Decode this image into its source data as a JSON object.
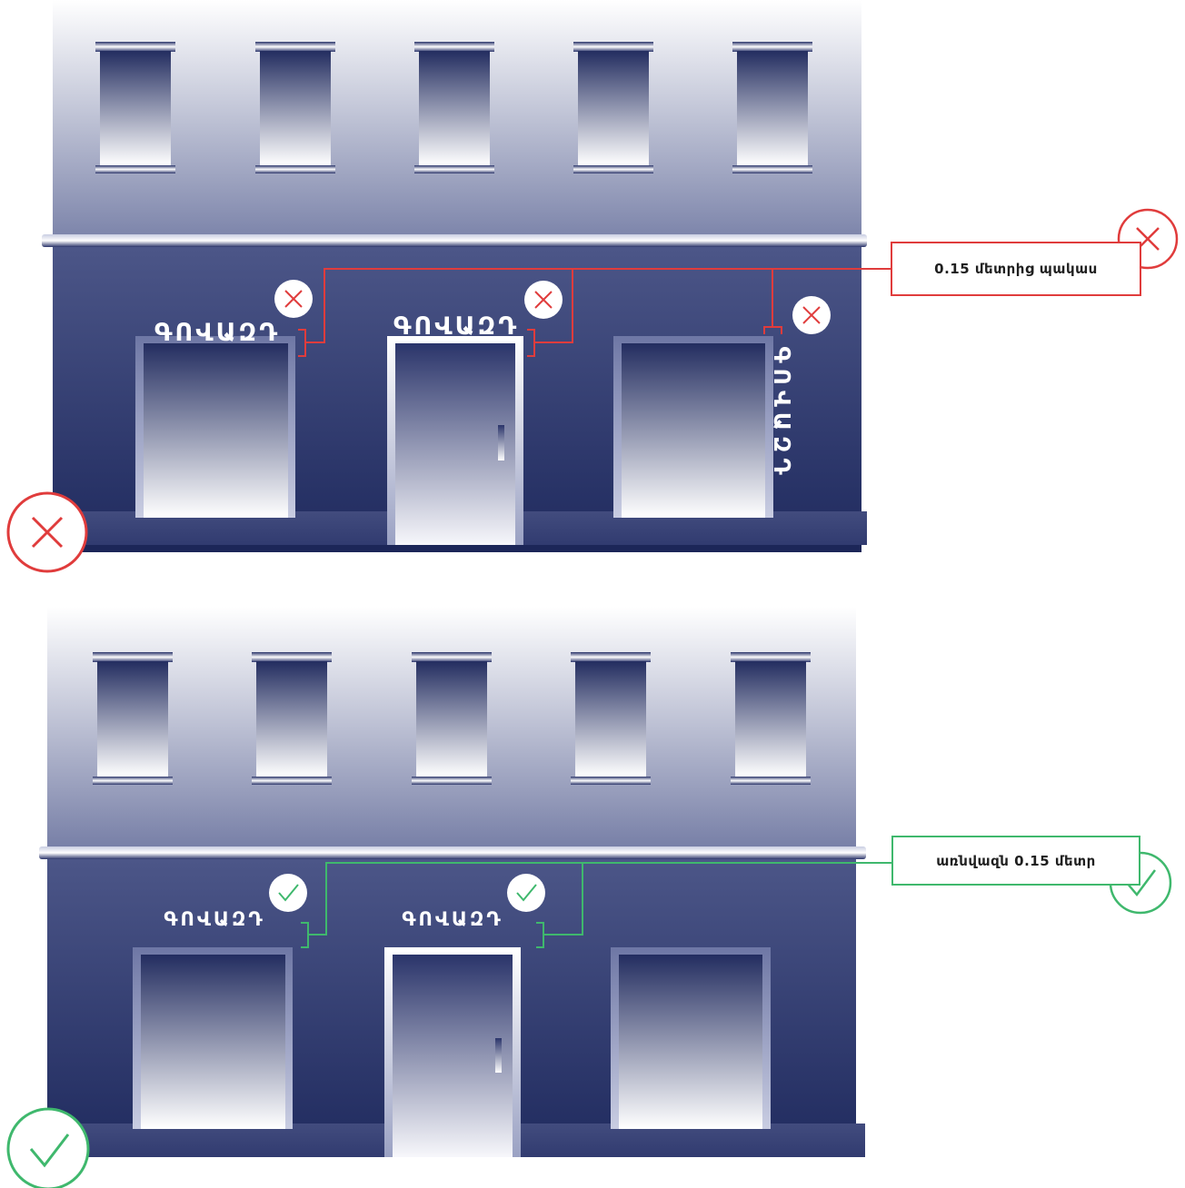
{
  "panels": [
    {
      "id": "incorrect",
      "status": "bad",
      "callout_text": "0.15 մետրից պակաս",
      "signs": [
        "ԳՈՎԱԶԴ",
        "ԳՈՎԱԶԴ",
        "ԳՈՎԱԶԴ"
      ],
      "sign_orientation": [
        "horizontal",
        "horizontal",
        "vertical"
      ]
    },
    {
      "id": "correct",
      "status": "good",
      "callout_text": "առնվազն 0.15 մետր",
      "signs": [
        "ԳՈՎԱԶԴ",
        "ԳՈՎԱԶԴ"
      ],
      "sign_orientation": [
        "horizontal",
        "horizontal"
      ]
    }
  ],
  "colors": {
    "bad": "#e03c3c",
    "good": "#3fb86d",
    "facade_dark": "#1f2a5e",
    "facade_light": "#f4f4f8"
  },
  "icons": {
    "bad": "cross-circle-icon",
    "good": "check-circle-icon"
  }
}
